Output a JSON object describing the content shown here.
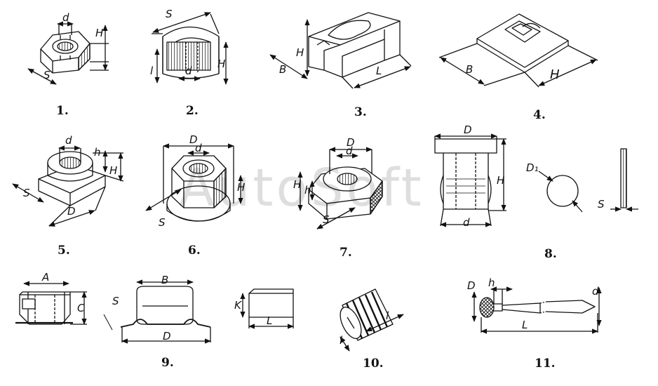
{
  "watermark": "AutoSoft",
  "figures": [
    {
      "id": "fig-1",
      "number": "1.",
      "labels": [
        "d",
        "H",
        "S"
      ]
    },
    {
      "id": "fig-2",
      "number": "2.",
      "labels": [
        "S",
        "l",
        "d",
        "H"
      ]
    },
    {
      "id": "fig-3",
      "number": "3.",
      "labels": [
        "H",
        "B",
        "L"
      ]
    },
    {
      "id": "fig-4",
      "number": "4.",
      "labels": [
        "B",
        "H"
      ]
    },
    {
      "id": "fig-5",
      "number": "5.",
      "labels": [
        "d",
        "h",
        "H",
        "S",
        "D"
      ]
    },
    {
      "id": "fig-6",
      "number": "6.",
      "labels": [
        "D",
        "d",
        "H",
        "S"
      ]
    },
    {
      "id": "fig-7",
      "number": "7.",
      "labels": [
        "D",
        "d",
        "H",
        "h",
        "S"
      ]
    },
    {
      "id": "fig-8",
      "number": "8.",
      "labels": [
        "D",
        "H",
        "d",
        "D₁",
        "S"
      ]
    },
    {
      "id": "fig-9",
      "number": "9.",
      "labels": [
        "A",
        "C",
        "B",
        "S",
        "D",
        "K",
        "L"
      ]
    },
    {
      "id": "fig-10",
      "number": "10.",
      "labels": [
        "l",
        "l"
      ]
    },
    {
      "id": "fig-11",
      "number": "11.",
      "labels": [
        "D",
        "h",
        "d",
        "L"
      ]
    }
  ]
}
